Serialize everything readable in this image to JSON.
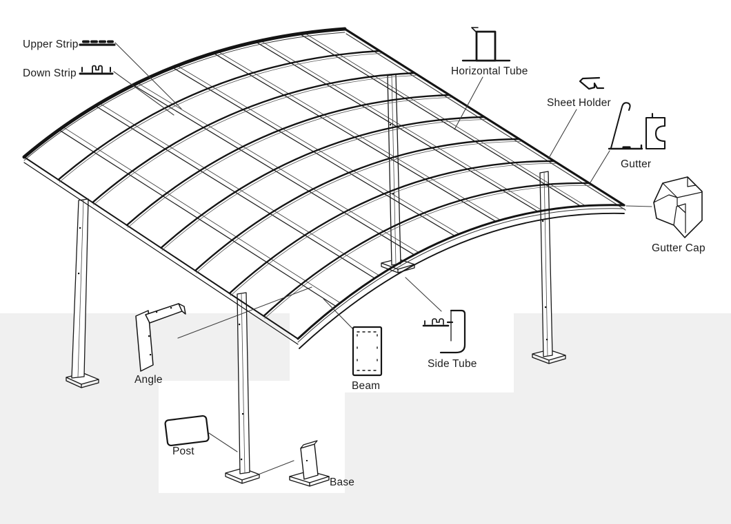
{
  "diagram": {
    "parts": {
      "upper_strip": "Upper Strip",
      "down_strip": "Down Strip",
      "horizontal_tube": "Horizontal Tube",
      "sheet_holder": "Sheet Holder",
      "gutter": "Gutter",
      "gutter_cap": "Gutter Cap",
      "angle": "Angle",
      "beam": "Beam",
      "side_tube": "Side Tube",
      "post": "Post",
      "base": "Base"
    },
    "colors": {
      "line": "#141414",
      "background": "#ffffff",
      "lower_band": "#f0f0f0"
    }
  }
}
